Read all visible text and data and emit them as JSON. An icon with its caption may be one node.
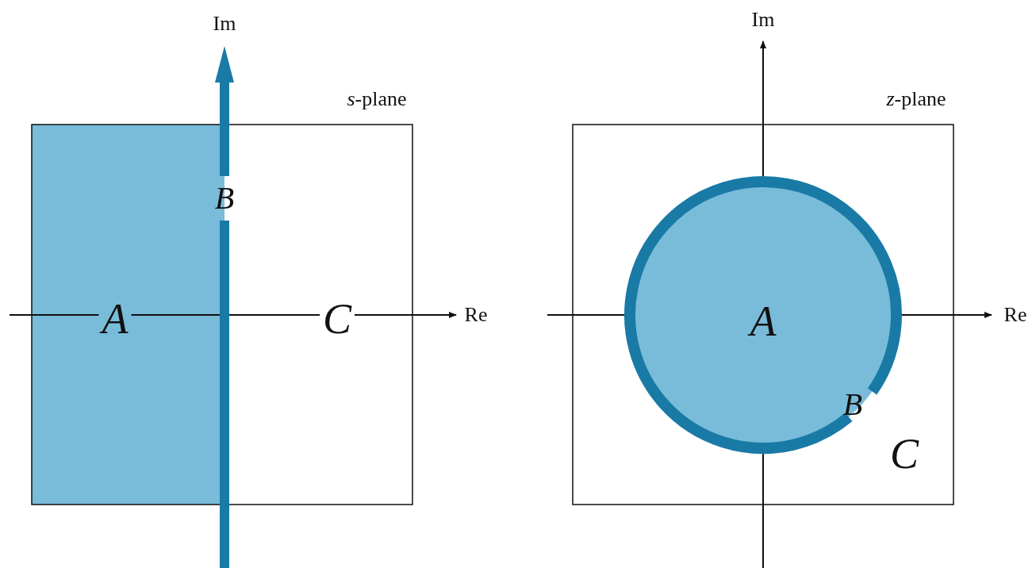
{
  "diagram": {
    "labels": [
      "Im",
      "*s*-plane",
      "B",
      "A",
      "C",
      "Re",
      "Im",
      "*z*-plane",
      "A",
      "B",
      "C",
      "Re"
    ]
  }
}
